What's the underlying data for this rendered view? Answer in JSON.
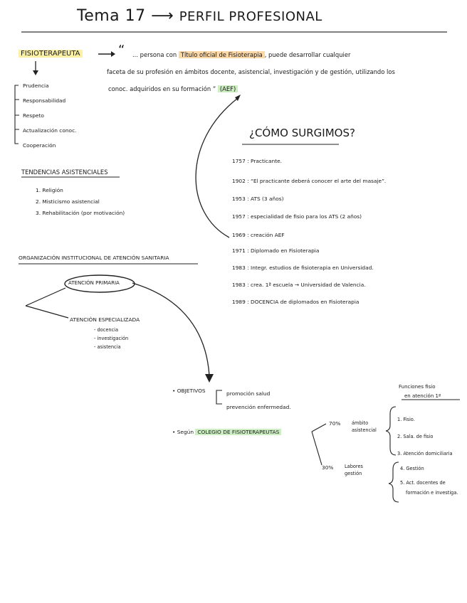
{
  "title": {
    "tema": "Tema 17",
    "arrow": "⟶",
    "topic": "PERFIL PROFESIONAL"
  },
  "definition": {
    "term": "FISIOTERAPEUTA",
    "quote_open": "“",
    "line1_pre": "... persona con",
    "line1_highlight": "Título oficial de Fisioterapia",
    "line1_post": ", puede desarrollar cualquier",
    "line2": "faceta de su profesión en ámbitos docente, asistencial, investigación y de gestión, utilizando los",
    "line3": "conoc. adquiridos en su formación",
    "quote_close": "”",
    "source": "(AEF)"
  },
  "values": [
    "Prudencia",
    "Responsabilidad",
    "Respeto",
    "Actualización conoc.",
    "Cooperación"
  ],
  "tendencias": {
    "heading": "TENDENCIAS ASISTENCIALES",
    "items": [
      "1. Religión",
      "2. Misticismo asistencial",
      "3. Rehabilitación (por motivación)"
    ]
  },
  "como_surgimos": {
    "heading": "¿CÓMO SURGIMOS?",
    "timeline": [
      {
        "year": "1757",
        "text": "Practicante."
      },
      {
        "year": "1902",
        "text": "“El practicante deberá conocer el arte del masaje”."
      },
      {
        "year": "1953",
        "text": "ATS (3 años)"
      },
      {
        "year": "1957",
        "text": "especialidad de fisio para los ATS (2 años)"
      },
      {
        "year": "1969",
        "text": "creación AEF"
      },
      {
        "year": "1971",
        "text": "Diplomado en Fisioterapia"
      },
      {
        "year": "1983",
        "text": "Integr. estudios de fisioterapia en Universidad."
      },
      {
        "year": "1983",
        "text": "crea. 1ª escuela → Universidad de Valencia."
      },
      {
        "year": "1989",
        "text": "DOCENCIA de diplomados en Fisioterapia"
      }
    ]
  },
  "organizacion": {
    "heading": "ORGANIZACIÓN INSTITUCIONAL DE ATENCIÓN SANITARIA",
    "primaria": "ATENCIÓN PRIMARIA",
    "especializada": "ATENCIÓN ESPECIALIZADA",
    "especializada_items": [
      "- docencia",
      "- investigación",
      "- asistencia"
    ]
  },
  "objetivos": {
    "label": "• OBJETIVOS",
    "items": [
      "promoción salud",
      "prevención enfermedad."
    ]
  },
  "colegio": {
    "pre": "• Según",
    "highlight": "COLEGIO DE FISIOTERAPEUTAS",
    "branch1_pct": "70%",
    "branch1_text": [
      "ámbito",
      "asistencial"
    ],
    "branch2_pct": "30%",
    "branch2_text": [
      "Labores",
      "gestión"
    ]
  },
  "funciones": {
    "heading_line1": "Funciones fisio",
    "heading_line2": "en atención 1ª",
    "asistencial_items": [
      "1. Fisio.",
      "2. Sala. de fisio",
      "3. Atención domiciliaria"
    ],
    "gestion_items": [
      "4. Gestión",
      "5. Act. docentes de",
      "formación e investiga."
    ]
  }
}
